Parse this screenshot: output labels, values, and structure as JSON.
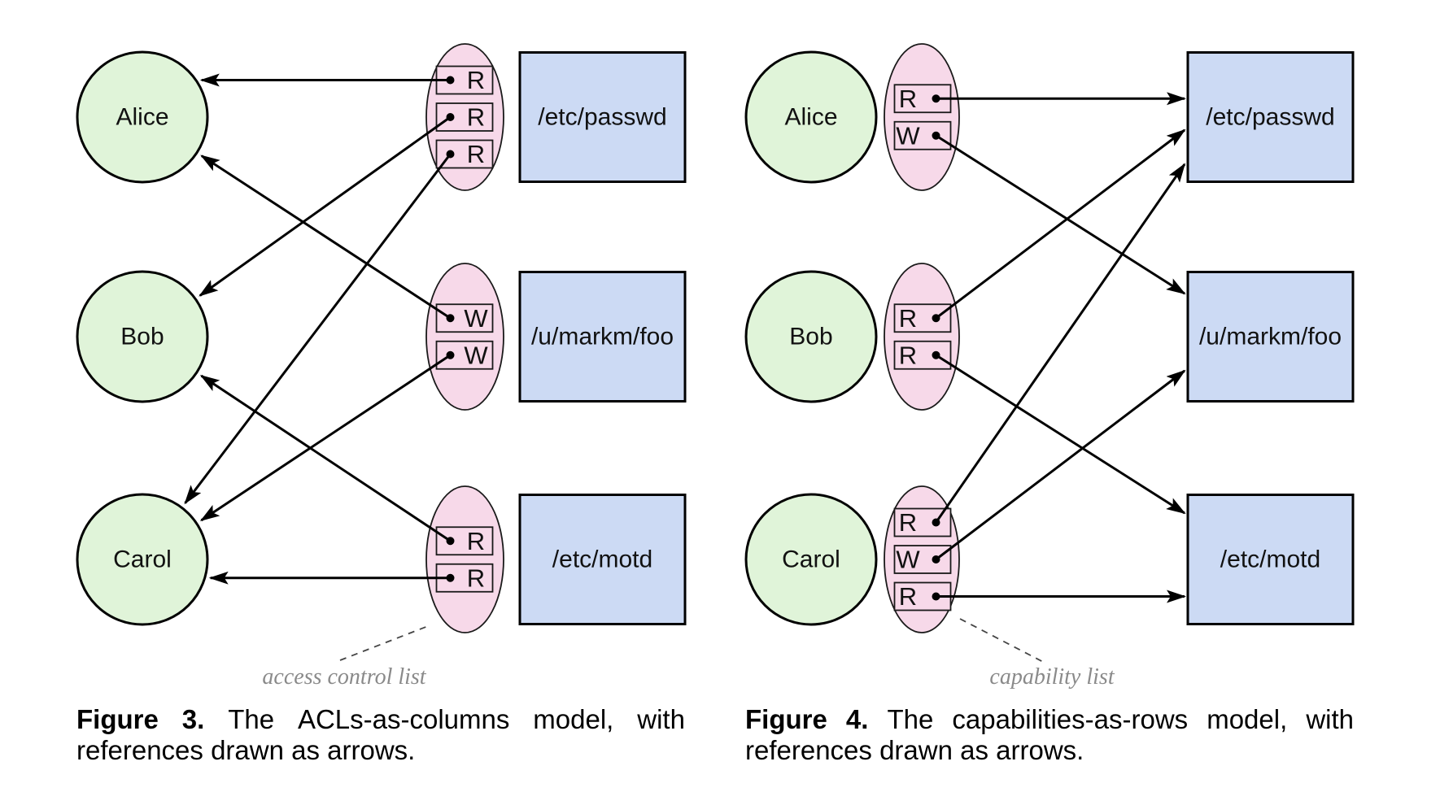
{
  "colors": {
    "background": "#ffffff",
    "user_fill": "#e0f4d9",
    "list_fill": "#f7d9e9",
    "file_fill": "#ccdaf4",
    "outline": "#000000",
    "annotation_text": "#8a8a8a"
  },
  "figure3": {
    "users": [
      "Alice",
      "Bob",
      "Carol"
    ],
    "files": [
      "/etc/passwd",
      "/u/markm/foo",
      "/etc/motd"
    ],
    "acls": [
      {
        "file": "/etc/passwd",
        "entries": [
          {
            "right": "R",
            "user": "Alice"
          },
          {
            "right": "R",
            "user": "Bob"
          },
          {
            "right": "R",
            "user": "Carol"
          }
        ]
      },
      {
        "file": "/u/markm/foo",
        "entries": [
          {
            "right": "W",
            "user": "Alice"
          },
          {
            "right": "W",
            "user": "Carol"
          }
        ]
      },
      {
        "file": "/etc/motd",
        "entries": [
          {
            "right": "R",
            "user": "Bob"
          },
          {
            "right": "R",
            "user": "Carol"
          }
        ]
      }
    ],
    "annotation": "access control list",
    "caption_line1_words": [
      "Figure",
      "3.",
      "The",
      "ACLs-as-columns",
      "model,",
      "with"
    ],
    "caption_line2": "references drawn as arrows."
  },
  "figure4": {
    "users": [
      "Alice",
      "Bob",
      "Carol"
    ],
    "files": [
      "/etc/passwd",
      "/u/markm/foo",
      "/etc/motd"
    ],
    "clists": [
      {
        "user": "Alice",
        "entries": [
          {
            "right": "R",
            "file": "/etc/passwd"
          },
          {
            "right": "W",
            "file": "/u/markm/foo"
          }
        ]
      },
      {
        "user": "Bob",
        "entries": [
          {
            "right": "R",
            "file": "/etc/passwd"
          },
          {
            "right": "R",
            "file": "/etc/motd"
          }
        ]
      },
      {
        "user": "Carol",
        "entries": [
          {
            "right": "R",
            "file": "/etc/passwd"
          },
          {
            "right": "W",
            "file": "/u/markm/foo"
          },
          {
            "right": "R",
            "file": "/etc/motd"
          }
        ]
      }
    ],
    "annotation": "capability list",
    "caption_line1_words": [
      "Figure",
      "4.",
      "The",
      "capabilities-as-rows",
      "model,",
      "with"
    ],
    "caption_line2": "references drawn as arrows."
  }
}
